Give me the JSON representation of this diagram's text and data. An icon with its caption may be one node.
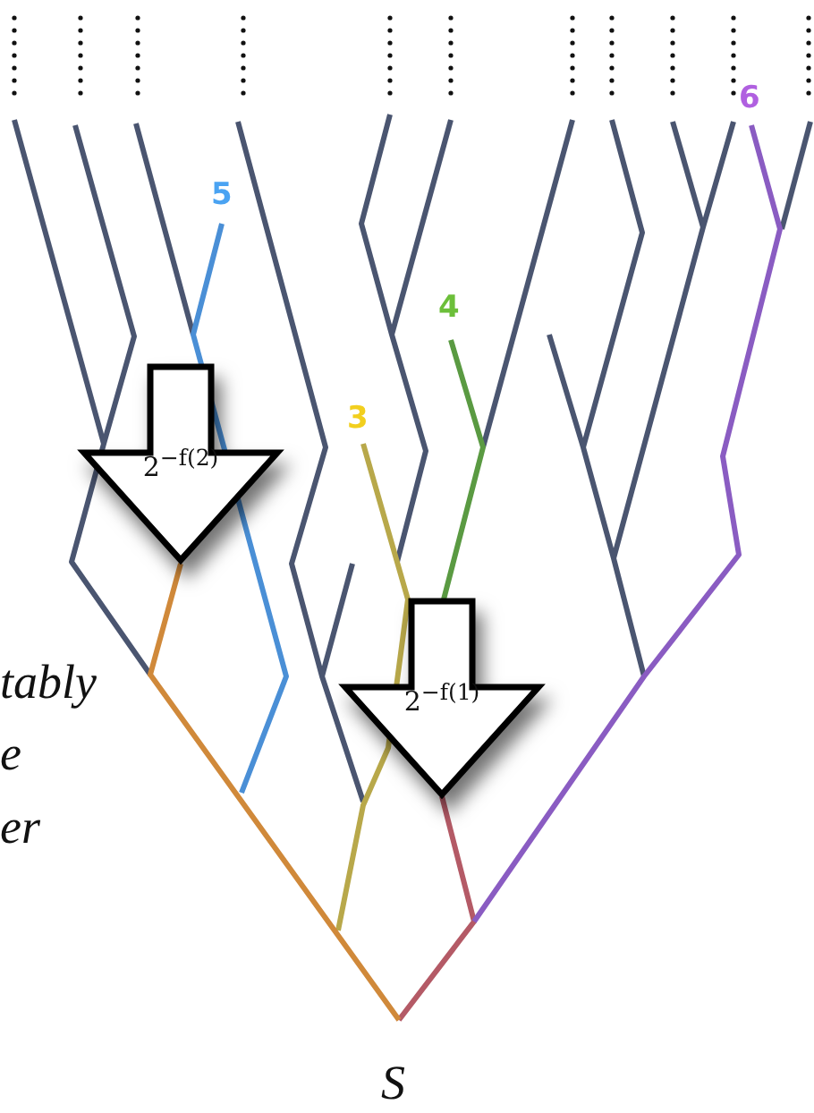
{
  "diagram": {
    "nodes": [
      {
        "text": [
          "2$^{−f(2)}$"
        ]
      },
      {
        "text": [
          "2$^{−f(1)}$"
        ]
      }
    ],
    "labels": [
      "6",
      "5",
      "4",
      "3",
      "tably",
      "e",
      "er",
      "S"
    ]
  }
}
